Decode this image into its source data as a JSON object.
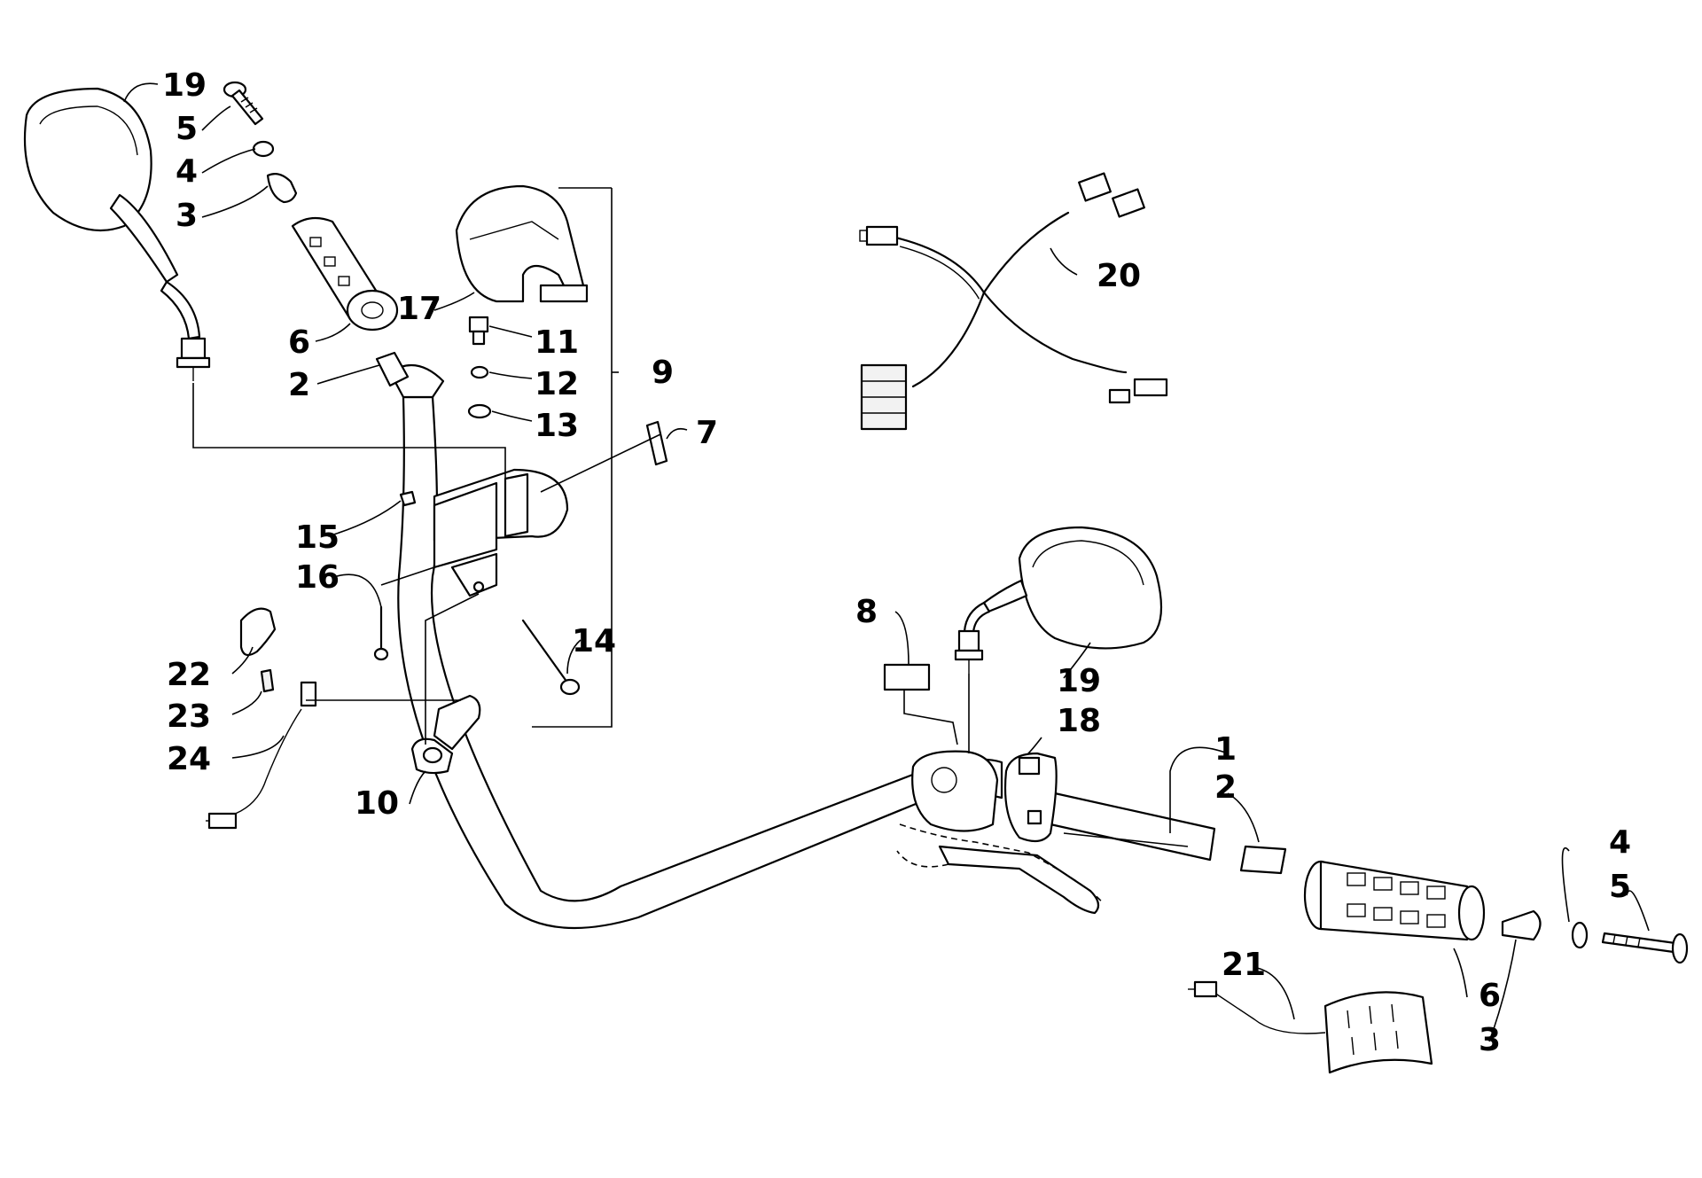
{
  "callouts": {
    "c19a": "19",
    "c5a": "5",
    "c4a": "4",
    "c3a": "3",
    "c6a": "6",
    "c2a": "2",
    "c17": "17",
    "c11": "11",
    "c12": "12",
    "c13": "13",
    "c9": "9",
    "c7": "7",
    "c20": "20",
    "c15": "15",
    "c16": "16",
    "c14": "14",
    "c22": "22",
    "c23": "23",
    "c24": "24",
    "c10": "10",
    "c8": "8",
    "c19b": "19",
    "c18": "18",
    "c1": "1",
    "c2b": "2",
    "c4b": "4",
    "c5b": "5",
    "c6b": "6",
    "c3b": "3",
    "c21": "21"
  }
}
